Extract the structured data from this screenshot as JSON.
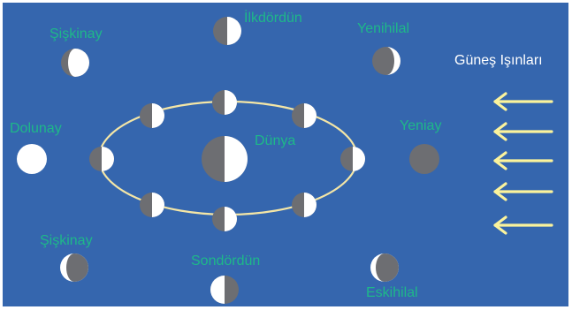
{
  "diagram": {
    "colors": {
      "background": "#3566ae",
      "moon_lit": "#ffffff",
      "moon_dark": "#6d6e72",
      "orbit": "#f4e6a6",
      "label": "#1eb889",
      "rays_text": "#ffffff",
      "ray_arrow": "#fbf39c"
    },
    "earth_label": "Dünya",
    "sun_rays_label": "Güneş Işınları",
    "sun_direction": "right",
    "ray_count": 5,
    "orbit_moon_count": 8,
    "phases": [
      {
        "key": "new_moon",
        "label": "Yeniay"
      },
      {
        "key": "waxing_crescent",
        "label": "Yenihilal"
      },
      {
        "key": "first_quarter",
        "label": "İlkdördün"
      },
      {
        "key": "waxing_gibbous",
        "label": "Şişkinay"
      },
      {
        "key": "full_moon",
        "label": "Dolunay"
      },
      {
        "key": "waning_gibbous",
        "label": "Şişkinay"
      },
      {
        "key": "last_quarter",
        "label": "Sondördün"
      },
      {
        "key": "waning_crescent",
        "label": "Eskihilal"
      }
    ]
  }
}
